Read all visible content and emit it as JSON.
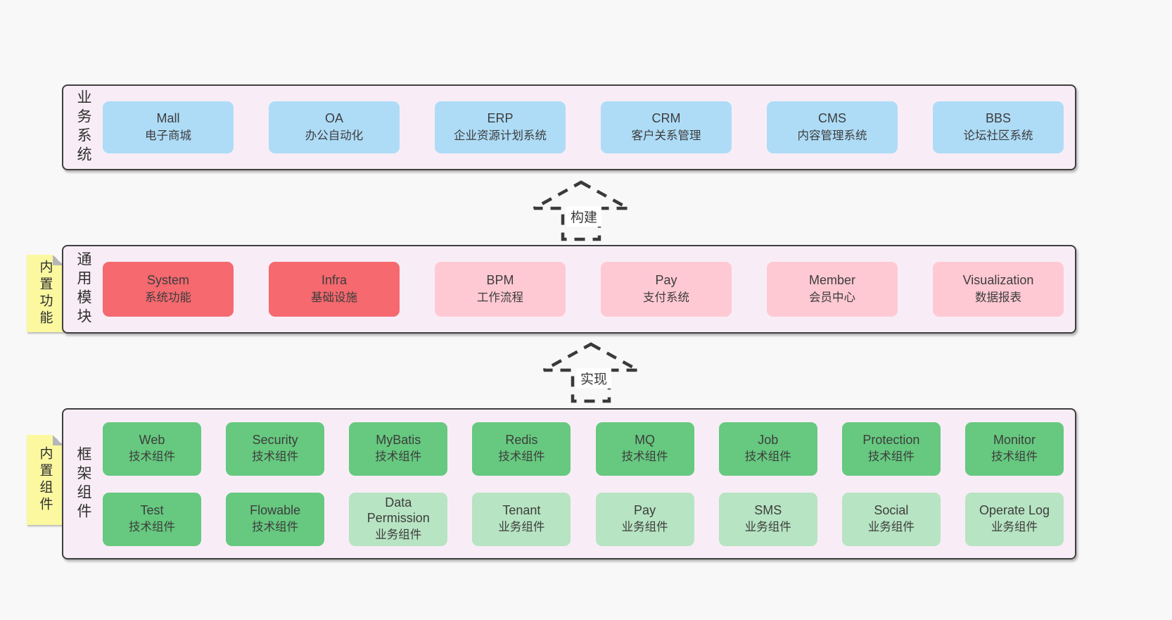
{
  "colors": {
    "page_bg": "#f8f8f8",
    "panel_bg": "#f8edf6",
    "blue": "#aedcf7",
    "red": "#f5696f",
    "pink": "#ffc9d3",
    "green": "#66c97f",
    "green_light": "#b7e4c2",
    "yellow": "#fbf8a0"
  },
  "top_panel": {
    "label": "业务系统",
    "boxes": [
      {
        "title": "Mall",
        "subtitle": "电子商城",
        "variant": "blue"
      },
      {
        "title": "OA",
        "subtitle": "办公自动化",
        "variant": "blue"
      },
      {
        "title": "ERP",
        "subtitle": "企业资源计划系统",
        "variant": "blue"
      },
      {
        "title": "CRM",
        "subtitle": "客户关系管理",
        "variant": "blue"
      },
      {
        "title": "CMS",
        "subtitle": "内容管理系统",
        "variant": "blue"
      },
      {
        "title": "BBS",
        "subtitle": "论坛社区系统",
        "variant": "blue"
      }
    ]
  },
  "build_arrow": {
    "label": "构建"
  },
  "middle_panel": {
    "tag": "内置功能",
    "label": "通用模块",
    "boxes": [
      {
        "title": "System",
        "subtitle": "系统功能",
        "variant": "red"
      },
      {
        "title": "Infra",
        "subtitle": "基础设施",
        "variant": "red"
      },
      {
        "title": "BPM",
        "subtitle": "工作流程",
        "variant": "pink"
      },
      {
        "title": "Pay",
        "subtitle": "支付系统",
        "variant": "pink"
      },
      {
        "title": "Member",
        "subtitle": "会员中心",
        "variant": "pink"
      },
      {
        "title": "Visualization",
        "subtitle": "数据报表",
        "variant": "pink"
      }
    ]
  },
  "implement_arrow": {
    "label": "实现"
  },
  "bottom_panel": {
    "tag": "内置组件",
    "label": "框架组件",
    "row1": [
      {
        "title": "Web",
        "subtitle": "技术组件",
        "variant": "green"
      },
      {
        "title": "Security",
        "subtitle": "技术组件",
        "variant": "green"
      },
      {
        "title": "MyBatis",
        "subtitle": "技术组件",
        "variant": "green"
      },
      {
        "title": "Redis",
        "subtitle": "技术组件",
        "variant": "green"
      },
      {
        "title": "MQ",
        "subtitle": "技术组件",
        "variant": "green"
      },
      {
        "title": "Job",
        "subtitle": "技术组件",
        "variant": "green"
      },
      {
        "title": "Protection",
        "subtitle": "技术组件",
        "variant": "green"
      },
      {
        "title": "Monitor",
        "subtitle": "技术组件",
        "variant": "green"
      }
    ],
    "row2": [
      {
        "title": "Test",
        "subtitle": "技术组件",
        "variant": "green"
      },
      {
        "title": "Flowable",
        "subtitle": "技术组件",
        "variant": "green"
      },
      {
        "title": "Data Permission",
        "subtitle": "业务组件",
        "variant": "green-light"
      },
      {
        "title": "Tenant",
        "subtitle": "业务组件",
        "variant": "green-light"
      },
      {
        "title": "Pay",
        "subtitle": "业务组件",
        "variant": "green-light"
      },
      {
        "title": "SMS",
        "subtitle": "业务组件",
        "variant": "green-light"
      },
      {
        "title": "Social",
        "subtitle": "业务组件",
        "variant": "green-light"
      },
      {
        "title": "Operate Log",
        "subtitle": "业务组件",
        "variant": "green-light"
      }
    ]
  }
}
